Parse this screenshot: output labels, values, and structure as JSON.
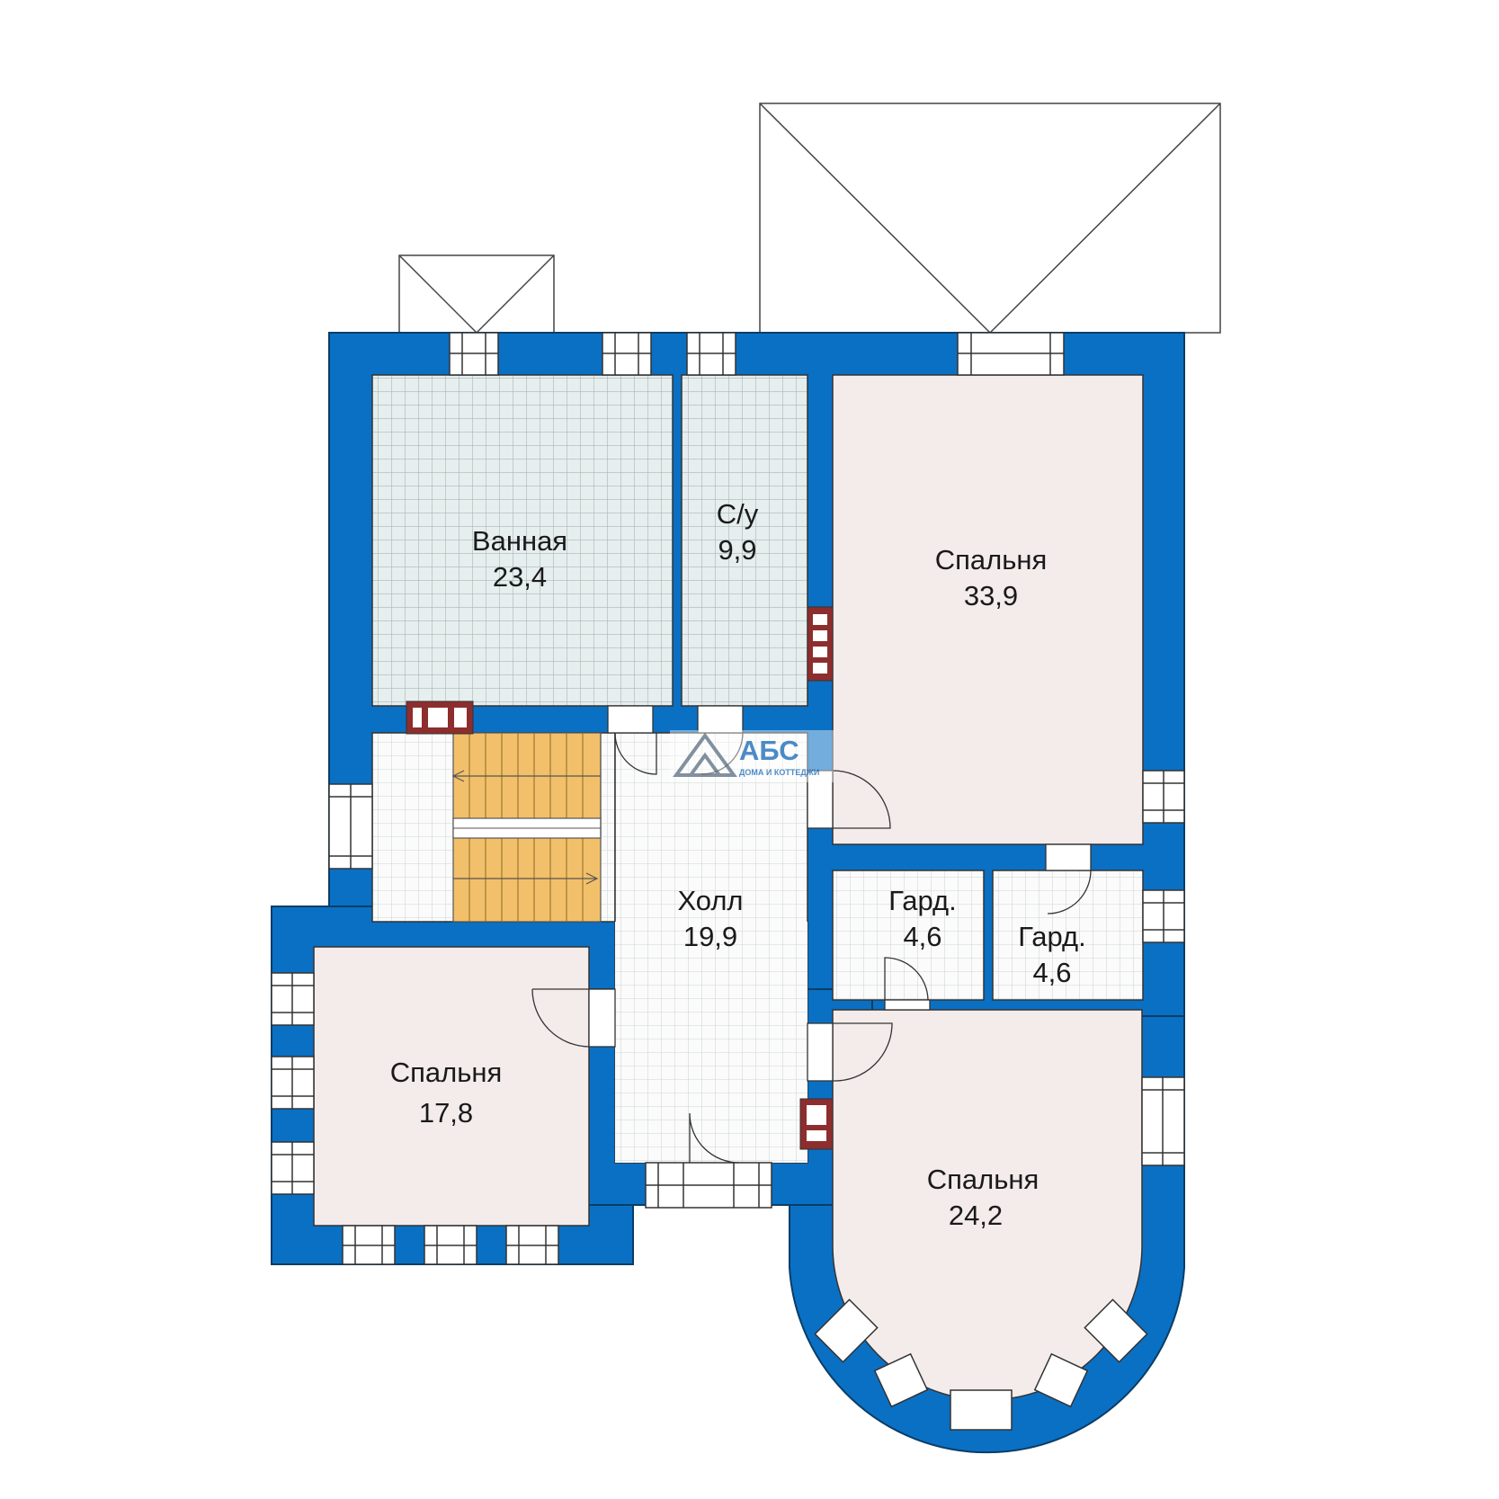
{
  "colors": {
    "wall": "#0a70c4",
    "tile_floor": "#e6eeee",
    "tile_grid": "#a9b7b7",
    "white_floor": "#fafafa",
    "room_floor": "#f4ebeb",
    "stairs": "#f2c06a",
    "chimney": "#8e2d2d"
  },
  "watermark": {
    "brand": "АБС",
    "tagline": "ДОМА И КОТТЕДЖИ",
    "icon": "house-triangle-logo"
  },
  "rooms": [
    {
      "name": "Ванная",
      "area": "23,4"
    },
    {
      "name": "С/у",
      "area": "9,9"
    },
    {
      "name": "Спальня",
      "area": "33,9"
    },
    {
      "name": "Холл",
      "area": "19,9"
    },
    {
      "name": "Гард.",
      "area": "4,6"
    },
    {
      "name": "Гард.",
      "area": "4,6"
    },
    {
      "name": "Спальня",
      "area": "17,8"
    },
    {
      "name": "Спальня",
      "area": "24,2"
    }
  ]
}
